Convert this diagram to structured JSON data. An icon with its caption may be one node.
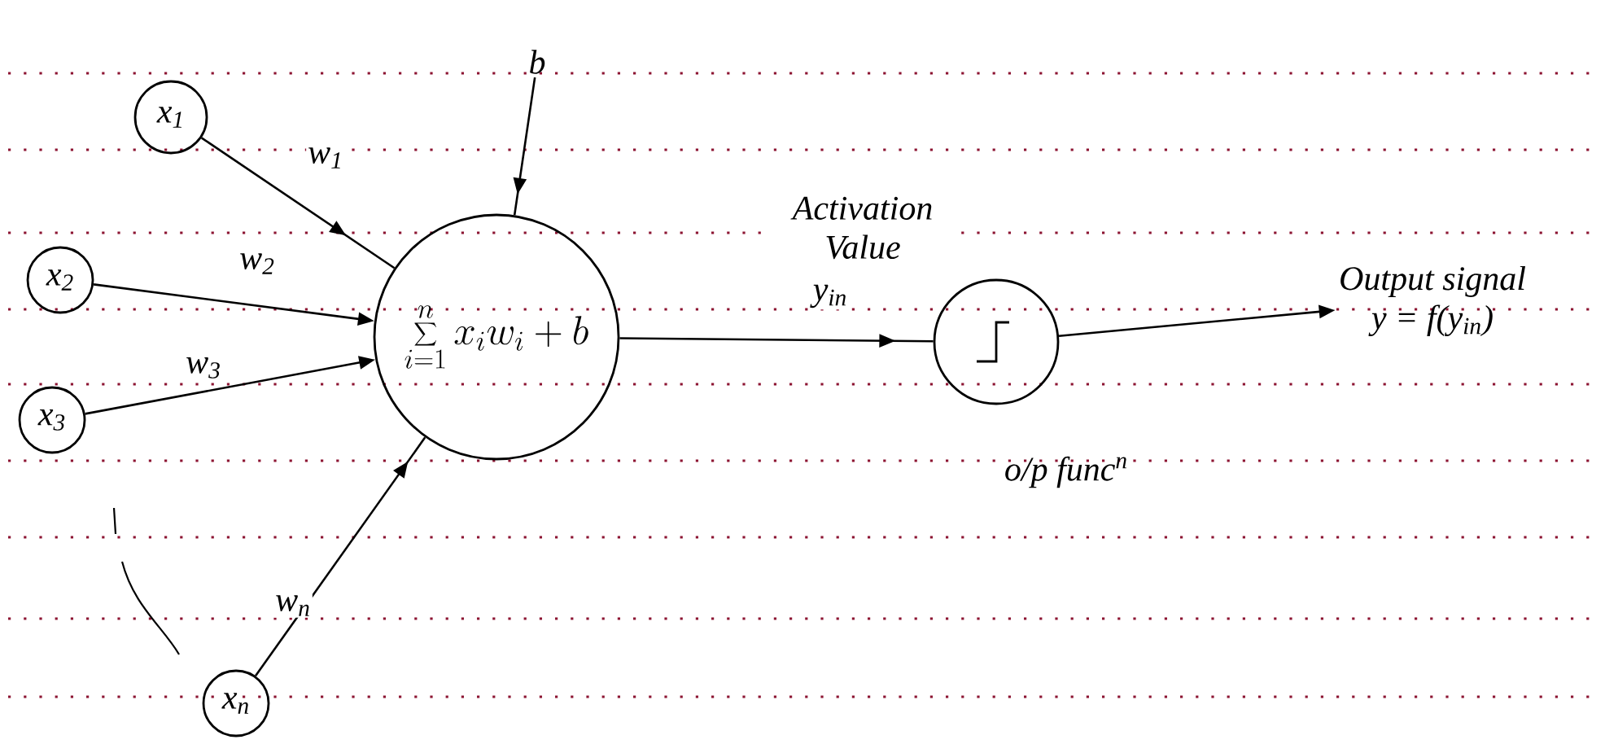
{
  "diagram": {
    "nodes": [
      {
        "text": [
          "x$_{1}$"
        ]
      },
      {
        "text": [
          "x$_{2}$"
        ]
      },
      {
        "text": [
          "x$_{3}$"
        ]
      },
      {
        "text": [
          "x$_{n}$"
        ]
      },
      {
        "text": [
          "b"
        ]
      },
      {
        "text": [
          "\\sum_{i=1}^{n} x_i w_i + b"
        ]
      },
      {
        "text": [],
        "shape": "circle",
        "beside": [
          "o/p func$^{n}$"
        ]
      },
      {
        "text": [
          "Output signal",
          "y = f(y$_{in}$)"
        ]
      }
    ],
    "edges": [
      {
        "from": 0,
        "to": 5,
        "arrow": "to",
        "label": "w$_{1}$"
      },
      {
        "from": 1,
        "to": 5,
        "arrow": "to",
        "label": "w$_{2}$"
      },
      {
        "from": 2,
        "to": 5,
        "arrow": "to",
        "label": "w$_{3}$"
      },
      {
        "from": 3,
        "to": 5,
        "arrow": "to",
        "label": "w$_{n}$"
      },
      {
        "from": 4,
        "to": 5,
        "arrow": "to"
      },
      {
        "from": 5,
        "to": 6,
        "arrow": "to",
        "label": "y$_{in}$"
      },
      {
        "from": 6,
        "to": 7,
        "arrow": "to"
      }
    ],
    "labels": [
      "Activation Value"
    ]
  }
}
